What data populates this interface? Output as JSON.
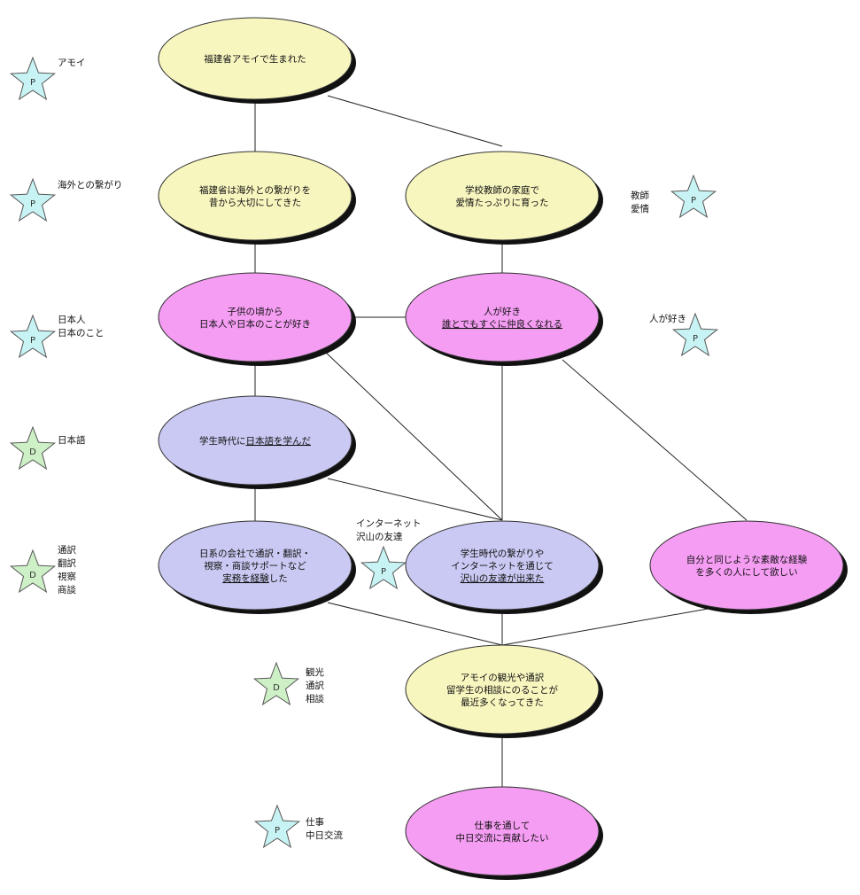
{
  "colors": {
    "yellow": "#f8f6bf",
    "pink": "#f59df3",
    "lavender": "#c9c9f3",
    "star_p": "#c8f3f4",
    "star_d": "#cdf0c6",
    "shadow": "#111111"
  },
  "nodes": [
    {
      "id": "n1",
      "color": "yellow",
      "lines": [
        {
          "text": "福建省アモイで生まれた"
        }
      ]
    },
    {
      "id": "n2",
      "color": "yellow",
      "lines": [
        {
          "text": "福建省は海外との繋がりを"
        },
        {
          "text": "昔から大切にしてきた"
        }
      ]
    },
    {
      "id": "n3",
      "color": "yellow",
      "lines": [
        {
          "text": "学校教師の家庭で"
        },
        {
          "text": "愛情たっぷりに育った"
        }
      ]
    },
    {
      "id": "n4",
      "color": "pink",
      "lines": [
        {
          "text": "子供の頃から"
        },
        {
          "text": "日本人や日本のことが好き"
        }
      ]
    },
    {
      "id": "n5",
      "color": "pink",
      "lines": [
        {
          "text": "人が好き"
        },
        {
          "text": "誰とでもすぐに仲良くなれる",
          "underline": true
        }
      ]
    },
    {
      "id": "n6",
      "color": "lavender",
      "lines": [
        {
          "segments": [
            {
              "text": "学生時代に"
            },
            {
              "text": "日本語を学んだ",
              "underline": true
            }
          ]
        }
      ]
    },
    {
      "id": "n7",
      "color": "lavender",
      "lines": [
        {
          "text": "日系の会社で通訳・翻訳・"
        },
        {
          "text": "視察・商談サポートなど"
        },
        {
          "segments": [
            {
              "text": "実務を経験",
              "underline": true
            },
            {
              "text": "した"
            }
          ]
        }
      ]
    },
    {
      "id": "n8",
      "color": "lavender",
      "lines": [
        {
          "text": "学生時代の繋がりや"
        },
        {
          "text": "インターネットを通じて"
        },
        {
          "text": "沢山の友達が出来た",
          "underline": true
        }
      ]
    },
    {
      "id": "n9",
      "color": "pink",
      "lines": [
        {
          "text": "自分と同じような素敵な経験"
        },
        {
          "text": "を多くの人にして欲しい"
        }
      ]
    },
    {
      "id": "n10",
      "color": "yellow",
      "lines": [
        {
          "text": "アモイの観光や通訳"
        },
        {
          "text": "留学生の相談にのることが"
        },
        {
          "text": "最近多くなってきた"
        }
      ]
    },
    {
      "id": "n11",
      "color": "pink",
      "lines": [
        {
          "text": "仕事を通して"
        },
        {
          "text": "中日交流に貢献したい"
        }
      ]
    }
  ],
  "stars": [
    {
      "id": "s1",
      "letter": "P",
      "labels": [
        "アモイ"
      ]
    },
    {
      "id": "s2",
      "letter": "P",
      "labels": [
        "海外との繋がり"
      ]
    },
    {
      "id": "s3",
      "letter": "P",
      "labels": [
        "教師",
        "愛情"
      ]
    },
    {
      "id": "s4",
      "letter": "P",
      "labels": [
        "日本人",
        "日本のこと"
      ]
    },
    {
      "id": "s5",
      "letter": "P",
      "labels": [
        "人が好き"
      ]
    },
    {
      "id": "s6",
      "letter": "D",
      "labels": [
        "日本語"
      ]
    },
    {
      "id": "s7",
      "letter": "D",
      "labels": [
        "通訳",
        "翻訳",
        "視察",
        "商談"
      ]
    },
    {
      "id": "s8",
      "letter": "P",
      "labels": [
        "インターネット",
        "沢山の友達"
      ]
    },
    {
      "id": "s9",
      "letter": "D",
      "labels": [
        "観光",
        "通訳",
        "相談"
      ]
    },
    {
      "id": "s10",
      "letter": "P",
      "labels": [
        "仕事",
        "中日交流"
      ]
    }
  ],
  "edges": [
    [
      "n1",
      "n2"
    ],
    [
      "n1",
      "n3"
    ],
    [
      "n2",
      "n4"
    ],
    [
      "n3",
      "n5"
    ],
    [
      "n4",
      "n5"
    ],
    [
      "n4",
      "n6"
    ],
    [
      "n4",
      "n8"
    ],
    [
      "n5",
      "n8"
    ],
    [
      "n5",
      "n9"
    ],
    [
      "n6",
      "n7"
    ],
    [
      "n6",
      "n8"
    ],
    [
      "n7",
      "n10"
    ],
    [
      "n8",
      "n10"
    ],
    [
      "n9",
      "n10"
    ],
    [
      "n10",
      "n11"
    ]
  ]
}
